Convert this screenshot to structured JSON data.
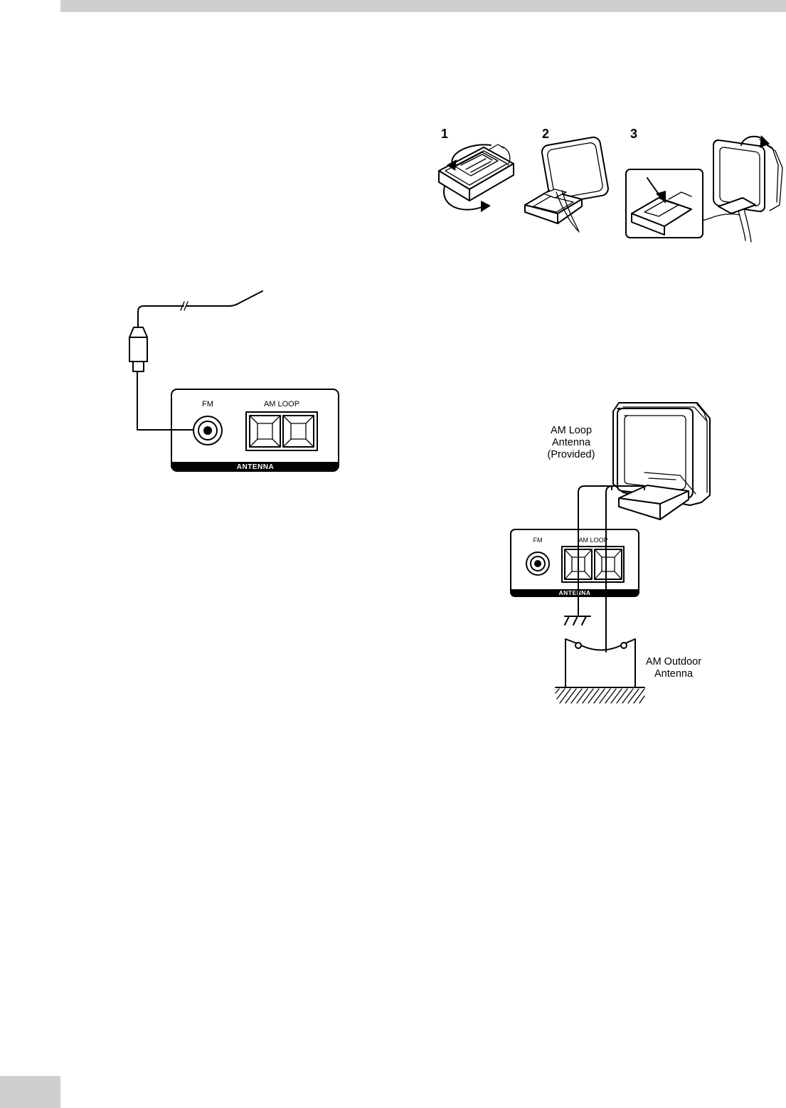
{
  "assembly_steps": [
    "1",
    "2",
    "3"
  ],
  "fm_panel": {
    "fm_label": "FM",
    "am_loop_label": "AM LOOP",
    "antenna_label": "ANTENNA"
  },
  "am_panel": {
    "fm_label": "FM",
    "am_loop_label": "AM LOOP",
    "antenna_label": "ANTENNA"
  },
  "callouts": {
    "am_loop_antenna": [
      "AM Loop",
      "Antenna",
      "(Provided)"
    ],
    "am_outdoor_antenna": [
      "AM Outdoor",
      "Antenna"
    ]
  },
  "colors": {
    "band": "#cfcfcf",
    "ink": "#000000",
    "paper": "#ffffff"
  }
}
